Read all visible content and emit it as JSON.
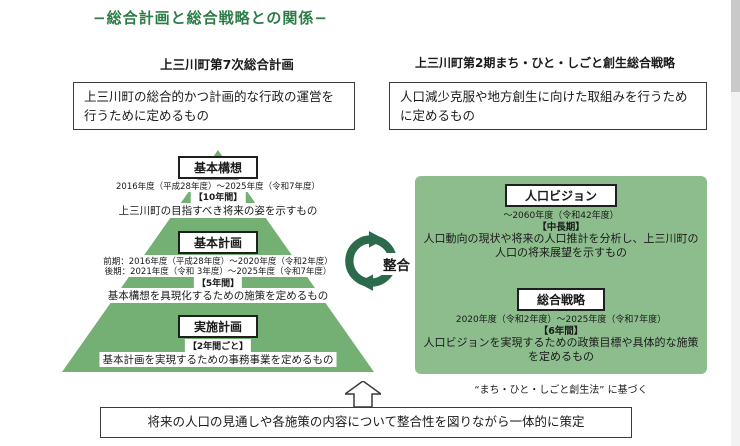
{
  "title": "−総合計画と総合戦略との関係−",
  "left": {
    "header": "上三川町第7次総合計画",
    "summary": "上三川町の総合的かつ計画的な行政の運営を行うために定めるもの",
    "pyramid": {
      "kihon_koso": {
        "label": "基本構想",
        "period": "2016年度（平成28年度）〜2025年度（令和7年度）",
        "duration": "【10年間】",
        "description": "上三川町の目指すべき将来の姿を示すもの"
      },
      "kihon_keikaku": {
        "label": "基本計画",
        "period_first": "前期：2016年度（平成28年度）〜2020年度（令和2年度）",
        "period_second": "後期：2021年度（令和 3年度）〜2025年度（令和7年度）",
        "duration": "【5年間】",
        "description": "基本構想を具現化するための施策を定めるもの"
      },
      "jisshi_keikaku": {
        "label": "実施計画",
        "duration": "【2年間ごと】",
        "description": "基本計画を実現するための事務事業を定めるもの"
      }
    }
  },
  "center": {
    "label": "整合"
  },
  "right": {
    "header": "上三川町第2期まち・ひと・しごと創生総合戦略",
    "summary": "人口減少克服や地方創生に向けた取組みを行うために定めるもの",
    "vision": {
      "label": "人口ビジョン",
      "period": "〜2060年度（令和42年度）",
      "duration": "【中長期】",
      "description": "人口動向の現状や将来の人口推計を分析し、上三川町の人口の将来展望を示すもの"
    },
    "strategy": {
      "label": "総合戦略",
      "period": "2020年度（令和2年度）〜2025年度（令和7年度）",
      "duration": "【6年間】",
      "description": "人口ビジョンを実現するための政策目標や具体的な施策を定めるもの"
    },
    "footnote": "“まち・ひと・しごと創生法” に基づく"
  },
  "bottom": {
    "statement": "将来の人口の見通しや各施策の内容について整合性を図りながら一体的に策定"
  },
  "colors": {
    "heading_green": "#2e7d49",
    "pyramid_green": "#74b074",
    "panel_green": "#8dbd8d",
    "cycle_green": "#2b6a4b"
  }
}
